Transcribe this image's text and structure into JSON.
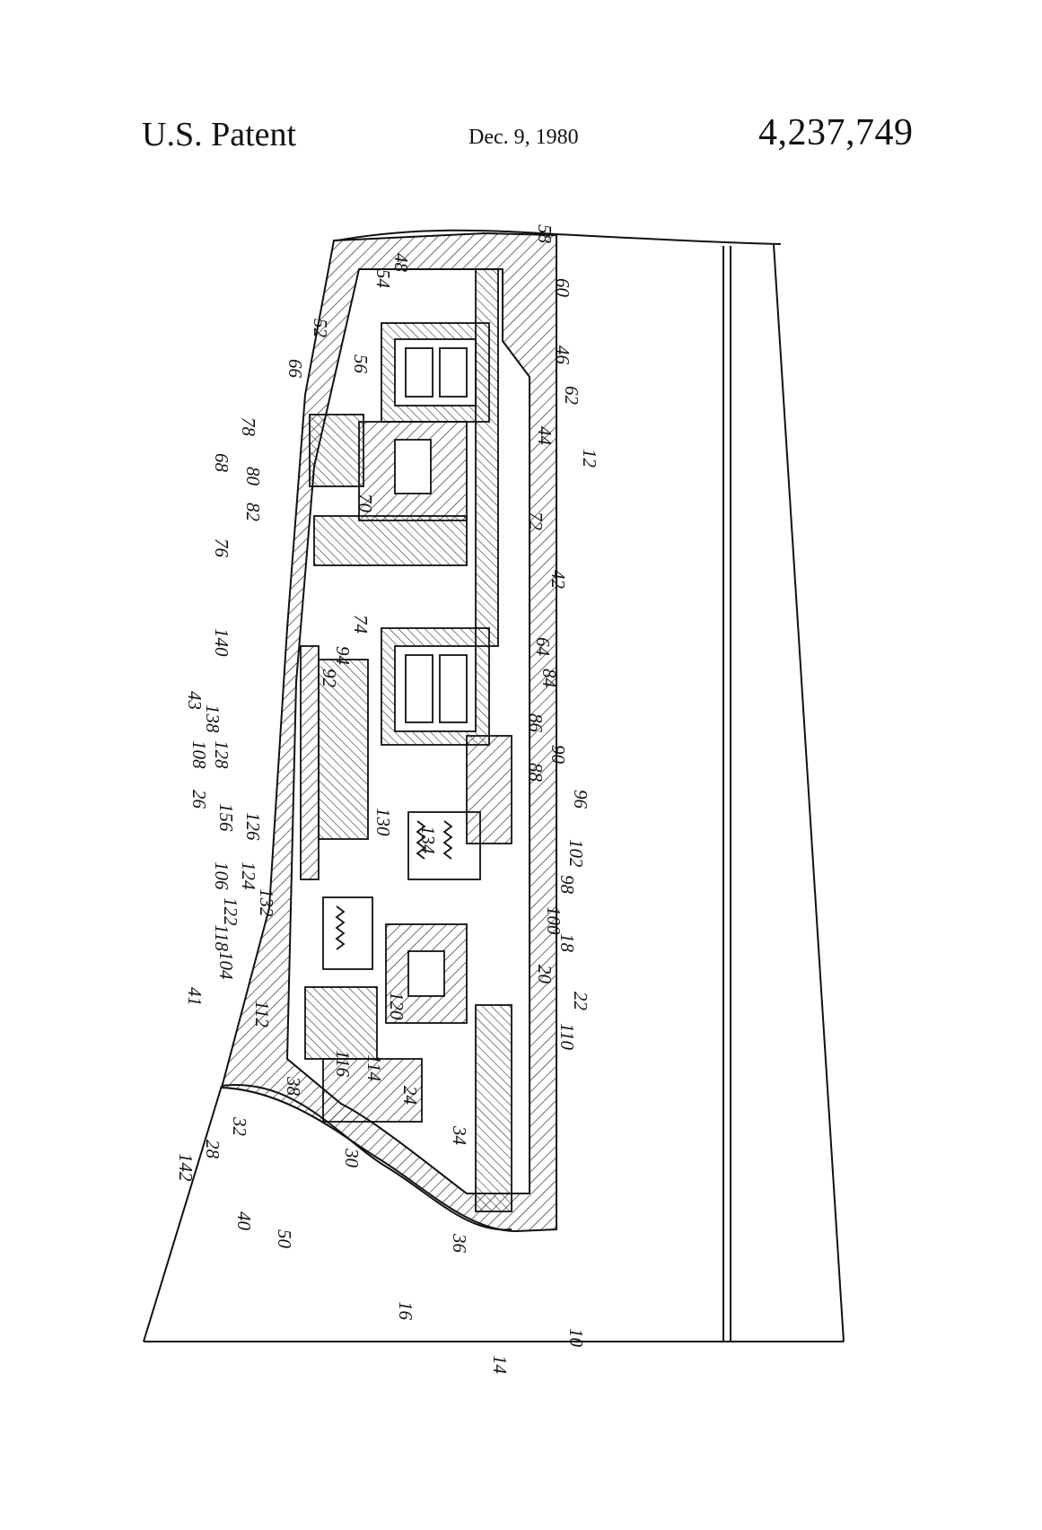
{
  "header": {
    "left": "U.S. Patent",
    "date": "Dec. 9, 1980",
    "number": "4,237,749"
  },
  "drawing": {
    "labels": [
      "58",
      "48",
      "54",
      "60",
      "52",
      "46",
      "56",
      "66",
      "62",
      "44",
      "12",
      "78",
      "68",
      "80",
      "82",
      "76",
      "70",
      "72",
      "42",
      "74",
      "64",
      "140",
      "94",
      "92",
      "84",
      "43",
      "138",
      "86",
      "108",
      "128",
      "90",
      "88",
      "26",
      "156",
      "126",
      "96",
      "130",
      "134",
      "102",
      "106",
      "124",
      "98",
      "122",
      "132",
      "100",
      "118",
      "18",
      "104",
      "20",
      "41",
      "22",
      "112",
      "120",
      "110",
      "116",
      "114",
      "38",
      "24",
      "32",
      "28",
      "34",
      "30",
      "142",
      "40",
      "50",
      "36",
      "16",
      "10",
      "14"
    ]
  }
}
